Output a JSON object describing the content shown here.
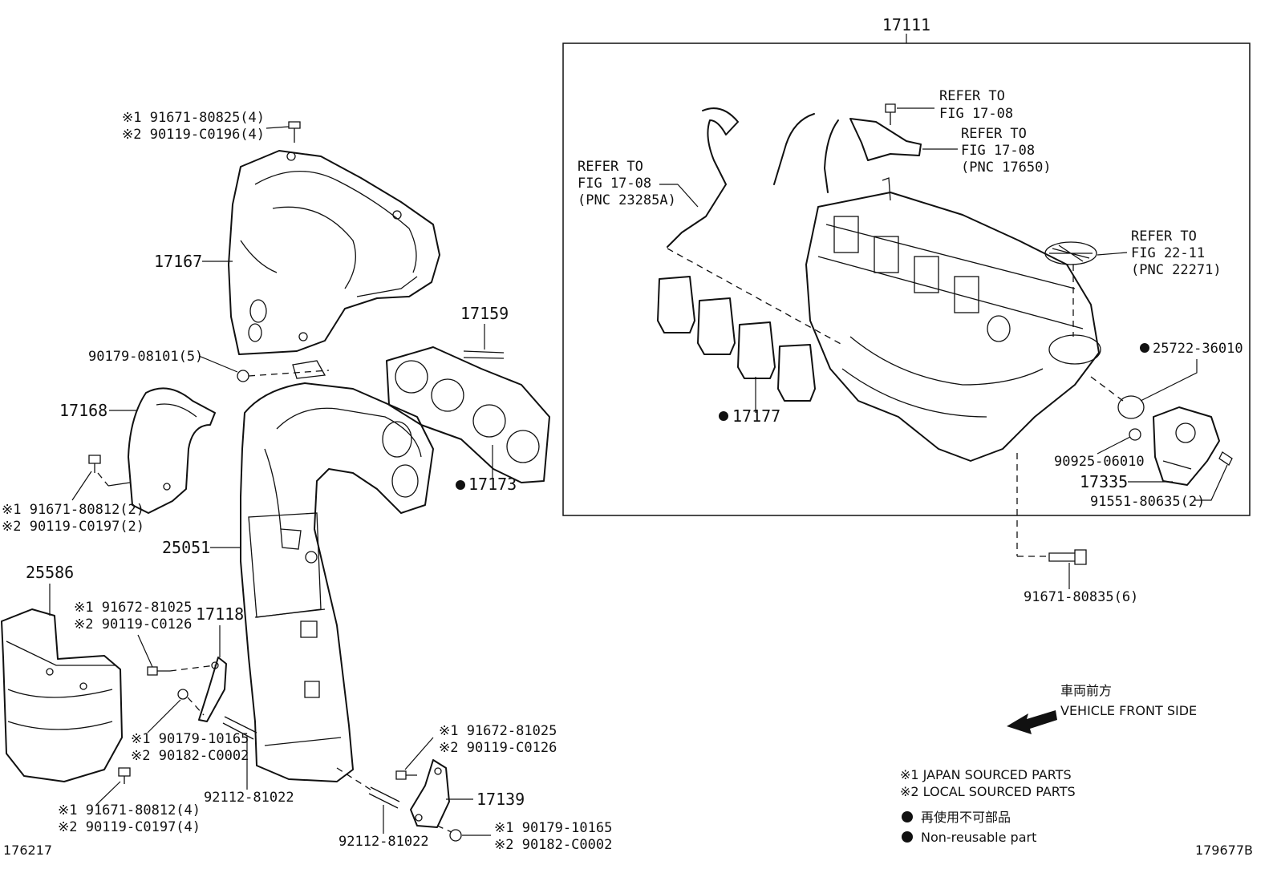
{
  "box_pnc": "17111",
  "labels": {
    "l_91671_80825": "※1 91671-80825(4)",
    "l_90119_c0196": "※2 90119-C0196(4)",
    "p17167": "17167",
    "p17159": "17159",
    "l_90179_08101": "90179-08101(5)",
    "p17168": "17168",
    "l_91671_80812a": "※1 91671-80812(2)",
    "l_90119_c0197a": "※2 90119-C0197(2)",
    "p17173": "17173",
    "p25051": "25051",
    "p25586": "25586",
    "l_91672_81025a": "※1 91672-81025",
    "l_90119_c0126a": "※2 90119-C0126",
    "p17118": "17118",
    "l_90179_10165a": "※1 90179-10165",
    "l_90182_c0002a": "※2 90182-C0002",
    "l_92112_81022a": "92112-81022",
    "l_91671_80812b": "※1 91671-80812(4)",
    "l_90119_c0197b": "※2 90119-C0197(4)",
    "l_91672_81025b": "※1 91672-81025",
    "l_90119_c0126b": "※2 90119-C0126",
    "p17139": "17139",
    "l_92112_81022b": "92112-81022",
    "l_90179_10165b": "※1 90179-10165",
    "l_90182_c0002b": "※2 90182-C0002",
    "ref1_a": "REFER TO",
    "ref1_b": "FIG 17-08",
    "ref2_a": "REFER TO",
    "ref2_b": "FIG 17-08",
    "ref2_c": "(PNC 17650)",
    "ref3_a": "REFER TO",
    "ref3_b": "FIG 17-08",
    "ref3_c": "(PNC 23285A)",
    "ref4_a": "REFER TO",
    "ref4_b": "FIG 22-11",
    "ref4_c": "(PNC 22271)",
    "l_25722_36010": "25722-36010",
    "p17177": "17177",
    "l_90925_06010": "90925-06010",
    "p17335": "17335",
    "l_91551_80635": "91551-80635(2)",
    "l_91671_80835": "91671-80835(6)"
  },
  "legend": {
    "direction_jp": "車両前方",
    "direction_en": "VEHICLE FRONT SIDE",
    "note1": "※1 JAPAN SOURCED PARTS",
    "note2": "※2 LOCAL SOURCED PARTS",
    "nonreuse_jp": "再使用不可部品",
    "nonreuse_en": "Non-reusable part"
  },
  "corner_left": "176217",
  "corner_right": "179677B"
}
